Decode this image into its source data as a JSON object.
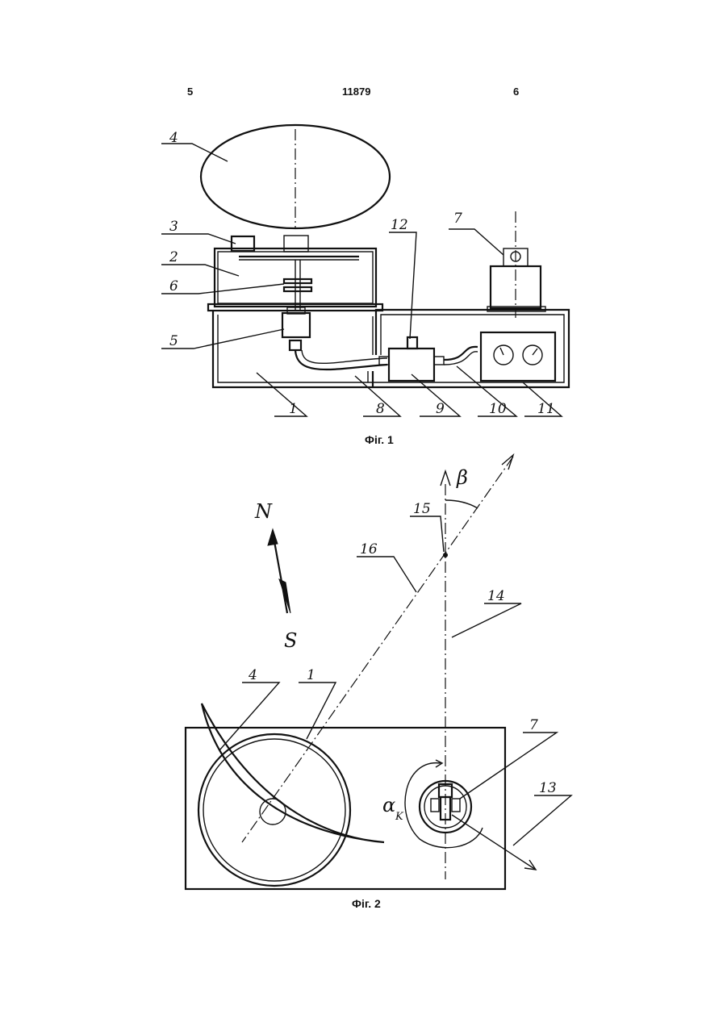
{
  "header": {
    "left_page": "5",
    "doc_number": "11879",
    "right_page": "6"
  },
  "figure1": {
    "caption": "Фіг. 1",
    "labels": [
      "4",
      "3",
      "2",
      "6",
      "5",
      "1",
      "8",
      "9",
      "10",
      "11",
      "12",
      "7"
    ]
  },
  "figure2": {
    "caption": "Фіг. 2",
    "north": "N",
    "south": "S",
    "beta": "β",
    "alpha": "α",
    "alpha_sub": "K",
    "labels": [
      "15",
      "16",
      "14",
      "4",
      "1",
      "7",
      "13"
    ]
  }
}
